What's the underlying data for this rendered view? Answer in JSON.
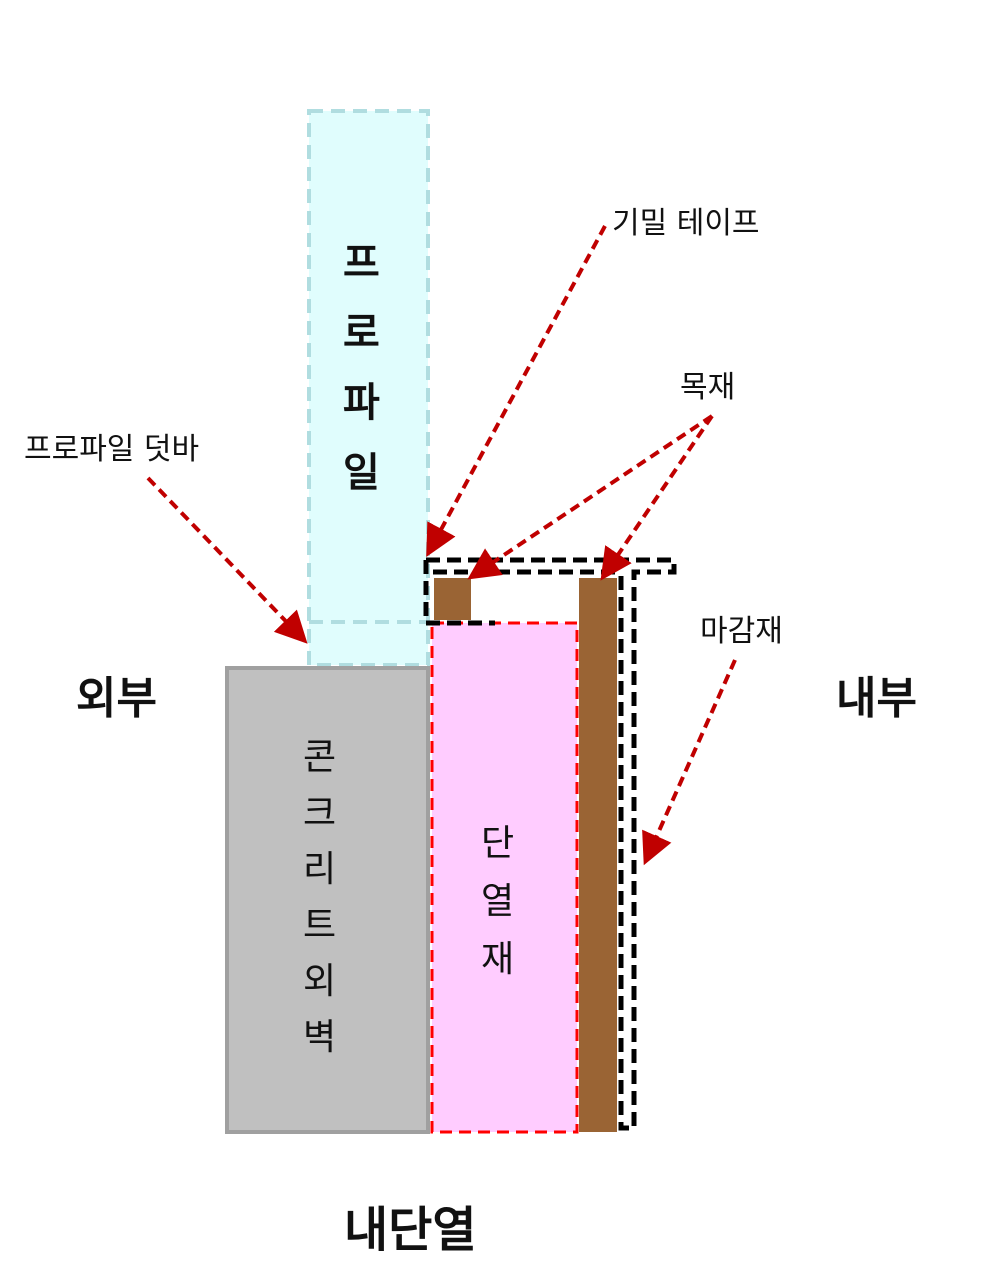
{
  "labels": {
    "profile": [
      "프",
      "로",
      "파",
      "일"
    ],
    "airtight_tape": "기밀 테이프",
    "wood": "목재",
    "profile_cover_bar": "프로파일 덧바",
    "finish": "마감재",
    "exterior": "외부",
    "interior": "내부",
    "concrete_wall": [
      "콘",
      "크",
      "리",
      "트",
      "외",
      "벽"
    ],
    "insulation": [
      "단",
      "열",
      "재"
    ],
    "title": "내단열"
  },
  "colors": {
    "profile_fill": "#e0fdfd",
    "profile_stroke": "#b0dde0",
    "concrete_fill": "#c0c0c0",
    "insulation_fill": "#ffccff",
    "insulation_stroke": "#ff0000",
    "wood": "#9a6434",
    "arrow": "#c00000"
  }
}
